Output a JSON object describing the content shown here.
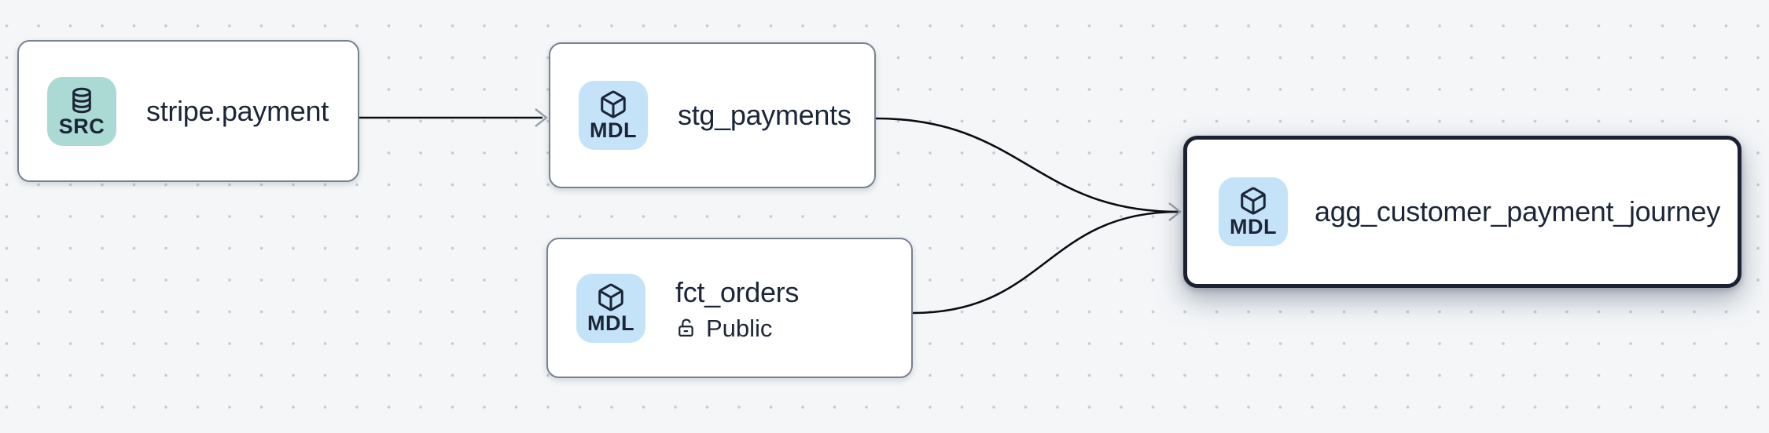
{
  "app": {
    "view": "data-lineage-graph"
  },
  "colors": {
    "canvas_background": "#f4f6f8",
    "grid_dot": "#c6cad2",
    "node_fill": "#ffffff",
    "node_border": "#79818f",
    "selected_node_border": "#1b2130",
    "edge_line": "#0b0d12",
    "arrowhead": "#98a0ad",
    "text": "#1c2638",
    "src_badge_bg": "#abdad5",
    "mdl_badge_bg": "#c5e3f8"
  },
  "graph": {
    "nodes": [
      {
        "id": "stripe.payment",
        "title": "stripe.payment",
        "type_badge": "SRC",
        "icon": "database-icon",
        "badge_color": "#abdad5",
        "selected": false
      },
      {
        "id": "stg_payments",
        "title": "stg_payments",
        "type_badge": "MDL",
        "icon": "cube-icon",
        "badge_color": "#c5e3f8",
        "selected": false
      },
      {
        "id": "fct_orders",
        "title": "fct_orders",
        "type_badge": "MDL",
        "icon": "cube-icon",
        "badge_color": "#c5e3f8",
        "access_label": "Public",
        "access_icon": "unlock-icon",
        "selected": false
      },
      {
        "id": "agg_customer_payment_journey",
        "title": "agg_customer_payment_journey",
        "type_badge": "MDL",
        "icon": "cube-icon",
        "badge_color": "#c5e3f8",
        "selected": true
      }
    ],
    "edges": [
      {
        "from": "stripe.payment",
        "to": "stg_payments"
      },
      {
        "from": "stg_payments",
        "to": "agg_customer_payment_journey"
      },
      {
        "from": "fct_orders",
        "to": "agg_customer_payment_journey"
      }
    ]
  }
}
